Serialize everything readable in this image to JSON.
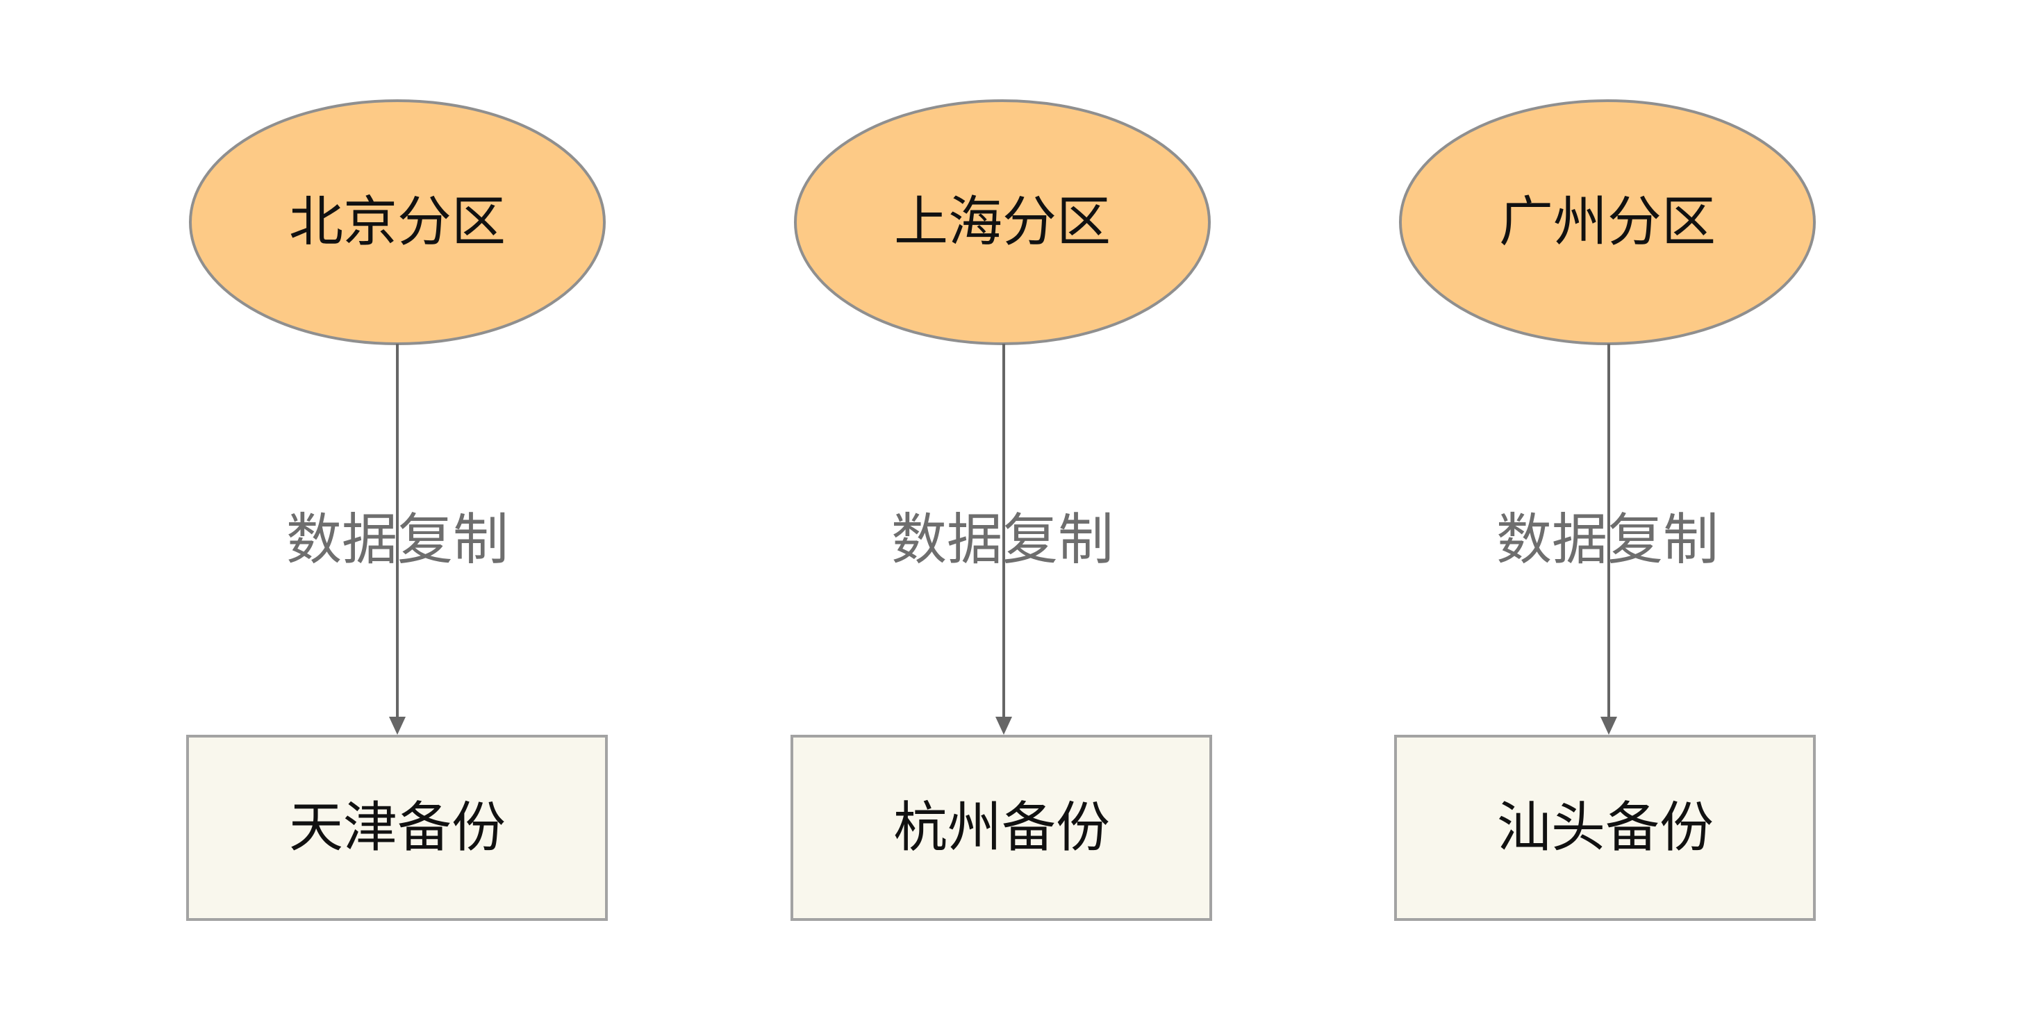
{
  "diagram": {
    "columns": [
      {
        "partition": "北京分区",
        "edge_label": "数据复制",
        "backup": "天津备份"
      },
      {
        "partition": "上海分区",
        "edge_label": "数据复制",
        "backup": "杭州备份"
      },
      {
        "partition": "广州分区",
        "edge_label": "数据复制",
        "backup": "汕头备份"
      }
    ]
  },
  "colors": {
    "ellipse_fill": "#fdca86",
    "ellipse_stroke": "#8f8f8f",
    "box_fill": "#f9f7ed",
    "box_stroke": "#a3a3a3",
    "arrow": "#666666",
    "edge_label_text": "#6e6e6e",
    "node_text": "#111111"
  }
}
